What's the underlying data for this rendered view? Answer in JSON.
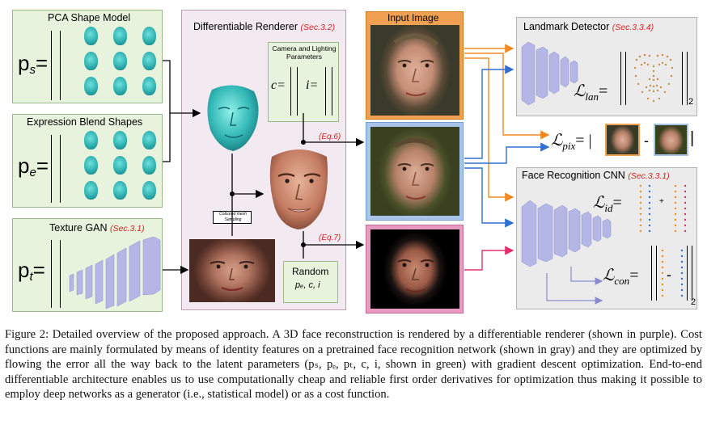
{
  "pca_box": {
    "title": "PCA Shape Model",
    "param_base": "p",
    "param_sub": "s",
    "eq": "="
  },
  "exp_box": {
    "title": "Expression Blend Shapes",
    "param_base": "p",
    "param_sub": "e",
    "eq": "="
  },
  "tex_box": {
    "title": "Texture GAN",
    "sec": "(Sec.3.1)",
    "param_base": "p",
    "param_sub": "t",
    "eq": "="
  },
  "renderer": {
    "title": "Differentiable Renderer",
    "sec": "(Sec.3.2)",
    "cam_title": "Camera and Lighting Parameters",
    "cam_c": "c=",
    "cam_i": "i=",
    "mesh_label": "Coloured mesh Sampling",
    "eq6": "(Eq.6)",
    "eq7": "(Eq.7)",
    "random_title": "Random",
    "random_params": "pₑ, c, i"
  },
  "input_image": {
    "label": "Input Image"
  },
  "landmark": {
    "title": "Landmark Detector",
    "sec": "(Sec.3.3.4)",
    "loss_base": "ℒ",
    "loss_sub": "lan",
    "eq": "=",
    "norm_sub": "2"
  },
  "pix_loss": {
    "loss_base": "ℒ",
    "loss_sub": "pix",
    "eq": "= |",
    "minus": "-",
    "end": "|"
  },
  "face_rec": {
    "title": "Face Recognition CNN",
    "sec": "(Sec.3.3.1)",
    "id_base": "ℒ",
    "id_sub": "id",
    "id_eq": "=",
    "plus": "+",
    "con_base": "ℒ",
    "con_sub": "con",
    "con_eq": "=",
    "minus": "-",
    "norm_sub": "2"
  },
  "caption": "Figure 2: Detailed overview of the proposed approach. A 3D face reconstruction is rendered by a differentiable renderer (shown in purple). Cost functions are mainly formulated by means of identity features on a pretrained face recognition network (shown in gray) and they are optimized by flowing the error all the way back to the latent parameters (pₛ, pₑ, pₜ, c, i, shown in green) with gradient descent optimization. End-to-end differentiable architecture enables us to use computationally cheap and reliable first order derivatives for optimization thus making it possible to employ deep networks as a generator (i.e., statistical model) or as a cost function.",
  "colors": {
    "green_box": "#e8f3dd",
    "purple_box": "#f3e9f1",
    "gray_box": "#ebebeb",
    "input_orange": "#f0a050",
    "rendered_blue": "#a8c4e8",
    "random_pink": "#e89ac0",
    "orange_arrow": "#f08a20",
    "blue_arrow": "#2f6fd0",
    "pink_arrow": "#e0306a",
    "red_text": "#d42020"
  },
  "icons": [
    "teal-face-icon",
    "face-photo-icon",
    "cnn-layers-icon",
    "landmark-dots-icon",
    "feature-vector-icon"
  ]
}
